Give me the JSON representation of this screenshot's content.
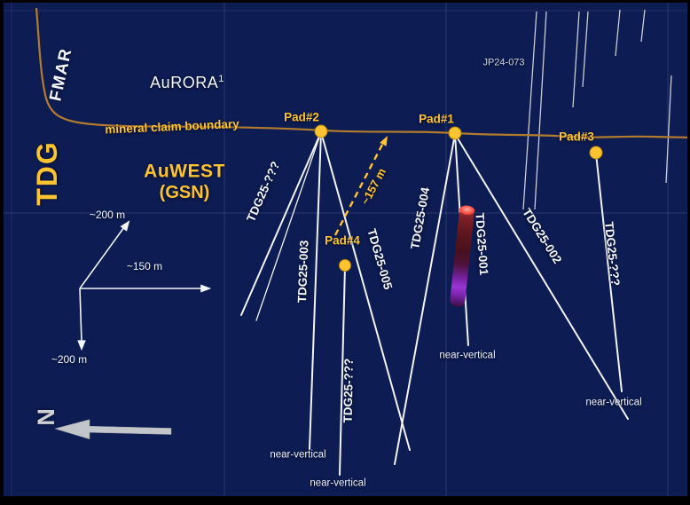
{
  "figure": {
    "areas": {
      "fmar": "FMAR",
      "aurora": "AuRORA",
      "aurora_superscript": "1",
      "tdg": "TDG",
      "auwest": "AuWEST",
      "auwest_subtitle": "(GSN)"
    },
    "boundary_label": "mineral claim boundary",
    "existing_hole": "JP24-073",
    "pads": [
      {
        "label": "Pad#2"
      },
      {
        "label": "Pad#1"
      },
      {
        "label": "Pad#3"
      },
      {
        "label": "Pad#4"
      }
    ],
    "holes": [
      {
        "name": "TDG25-???"
      },
      {
        "name": "TDG25-003"
      },
      {
        "name": "TDG25-005"
      },
      {
        "name": "TDG25-004"
      },
      {
        "name": "TDG25-001"
      },
      {
        "name": "TDG25-002"
      },
      {
        "name": "TDG25-???"
      },
      {
        "name": "TDG25-???"
      }
    ],
    "annotations": {
      "near_vertical": "near-vertical",
      "distance": "~157 m"
    },
    "scale_bars": {
      "diagonal": "~200 m",
      "horizontal": "~150 m",
      "vertical": "~200 m"
    },
    "north_label": "N",
    "colors": {
      "background": "#0d1c52",
      "accent_yellow": "#fdc330",
      "boundary_orange": "#b27c2e",
      "hole_trace_white": "#ffffff",
      "cylinder_red": "#ff5a50",
      "cylinder_purple": "#9a35d6",
      "north_arrow_gray": "#c2c5ca"
    }
  }
}
